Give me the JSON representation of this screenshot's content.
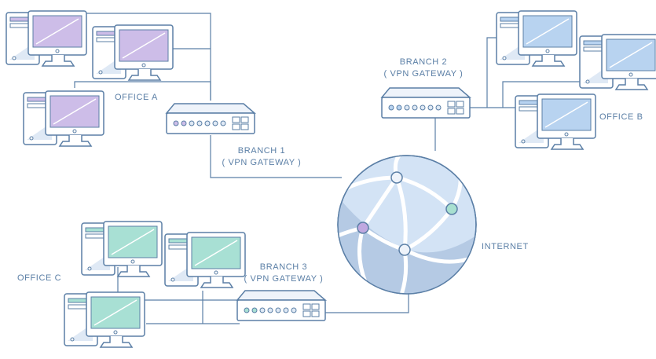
{
  "labels": {
    "office_a": "OFFICE A",
    "office_b": "OFFICE B",
    "office_c": "OFFICE C",
    "internet": "INTERNET",
    "branch1_name": "BRANCH 1",
    "branch1_role": "( VPN GATEWAY )",
    "branch2_name": "BRANCH 2",
    "branch2_role": "( VPN GATEWAY )",
    "branch3_name": "BRANCH 3",
    "branch3_role": "( VPN GATEWAY )"
  },
  "colors": {
    "line": "#5b7fa6",
    "office_a_screen": "#cdbde8",
    "office_b_screen": "#b8d3f0",
    "office_c_screen": "#a8e0d4",
    "globe_fill": "#d3e3f5",
    "globe_dark": "#b5cae4",
    "node_purple": "#c0a8e0",
    "node_green": "#a8e0d0"
  },
  "icons": [
    "desktop-computer-icon",
    "vpn-gateway-router-icon",
    "internet-globe-icon"
  ]
}
